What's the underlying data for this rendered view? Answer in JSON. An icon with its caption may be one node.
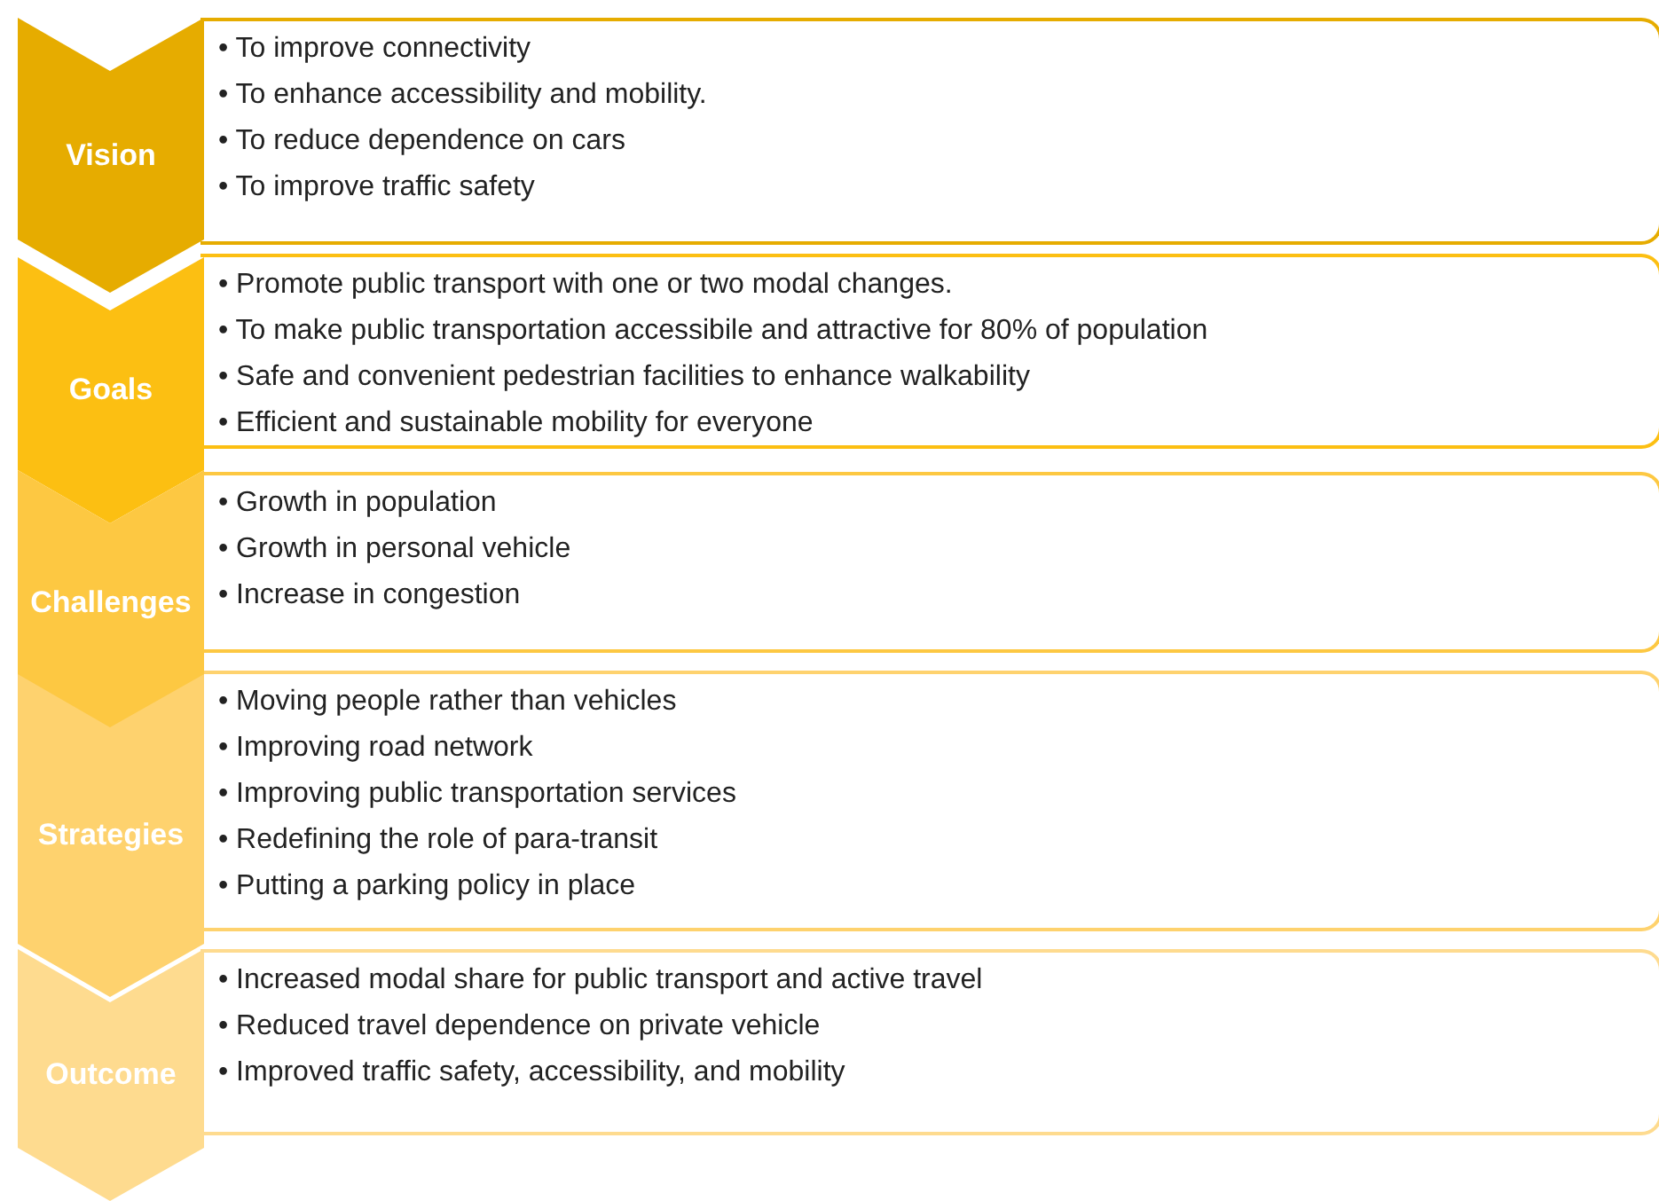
{
  "diagram": {
    "nodes": [
      {
        "text": [
          "Vision"
        ]
      },
      {
        "text": [
          "• To improve connectivity",
          "• To enhance accessibility and mobility.",
          "• To reduce dependence on cars",
          "• To improve traffic safety"
        ]
      },
      {
        "text": [
          "Goals"
        ]
      },
      {
        "text": [
          "• Promote public transport with one or two modal changes.",
          "• To make public transportation accessibile and attractive for 80% of population",
          "• Safe and convenient pedestrian facilities to enhance walkability",
          "• Efficient and sustainable mobility for everyone"
        ]
      },
      {
        "text": [
          "Challenges"
        ]
      },
      {
        "text": [
          "• Growth in population",
          "• Growth in personal vehicle",
          "• Increase in congestion"
        ]
      },
      {
        "text": [
          "Strategies"
        ]
      },
      {
        "text": [
          "• Moving people rather than vehicles",
          "• Improving road network",
          "• Improving public transportation services",
          "• Redefining the role of para-transit",
          "• Putting a parking policy in place"
        ]
      },
      {
        "text": [
          "Outcome"
        ]
      },
      {
        "text": [
          "• Increased modal share for public transport and active travel",
          "• Reduced travel dependence on private vehicle",
          "• Improved traffic safety, accessibility, and mobility"
        ]
      }
    ]
  }
}
